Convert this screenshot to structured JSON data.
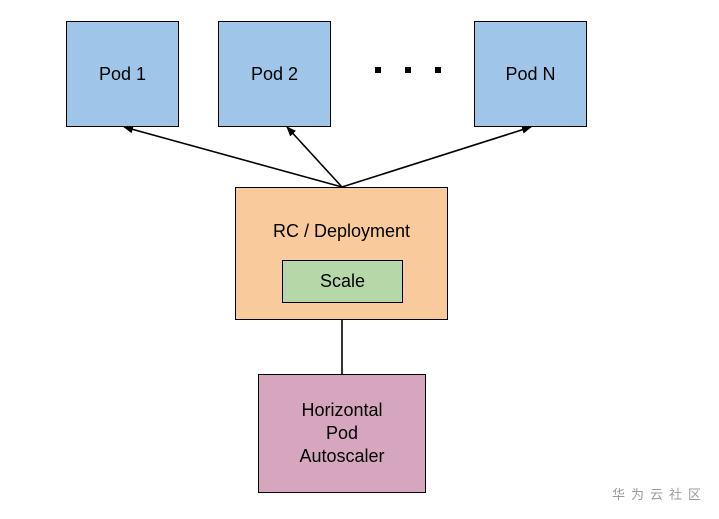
{
  "pods": [
    {
      "label": "Pod 1"
    },
    {
      "label": "Pod 2"
    },
    {
      "label": "Pod N"
    }
  ],
  "ellipsis_icon": "three-dots",
  "controller": {
    "label": "RC / Deployment",
    "scale_label": "Scale"
  },
  "autoscaler": {
    "lines": [
      "Horizontal",
      "Pod",
      "Autoscaler"
    ]
  },
  "watermark": "华为云社区",
  "colors": {
    "pod_fill": "#9fc5e8",
    "controller_fill": "#f9cb9c",
    "scale_fill": "#b6d7a8",
    "autoscaler_fill": "#d5a6bd",
    "stroke": "#000000",
    "watermark": "#9a9a9a"
  }
}
